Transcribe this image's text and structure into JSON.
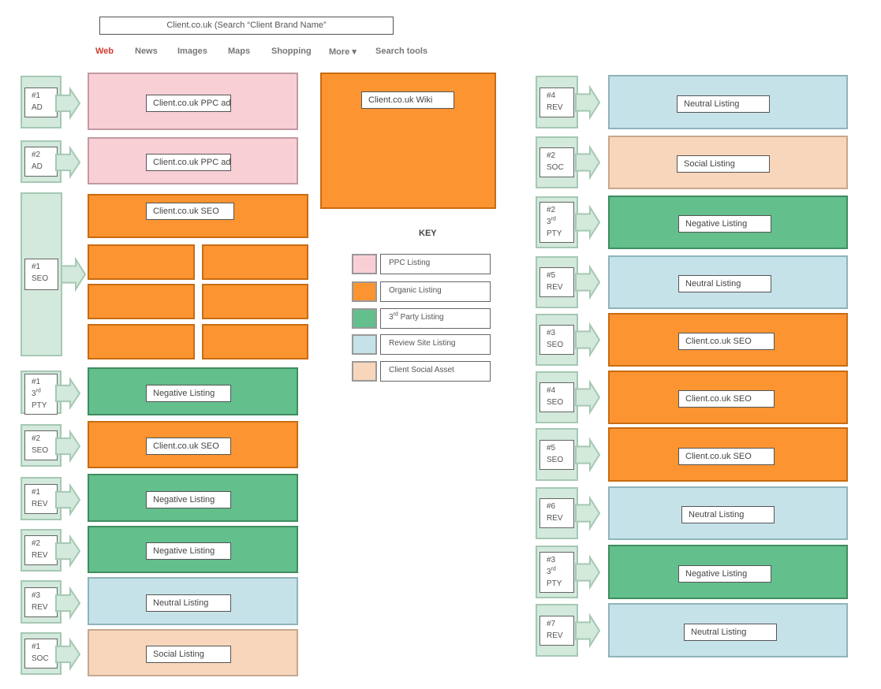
{
  "search": {
    "query": "Client.co.uk (Search “Client Brand Name”",
    "tabs": [
      "Web",
      "News",
      "Images",
      "Maps",
      "Shopping",
      "More ▾",
      "Search tools"
    ],
    "active_tab": "Web"
  },
  "wiki": {
    "label": "Client.co.uk Wiki"
  },
  "key": {
    "title": "KEY",
    "items": [
      {
        "label": "PPC Listing",
        "color": "#f9cfd6"
      },
      {
        "label": "Organic Listing",
        "color": "#fc9431"
      },
      {
        "label": "3rd Party Listing",
        "color": "#63bf8c"
      },
      {
        "label": "Review Site Listing",
        "color": "#c6e2e9"
      },
      {
        "label": "Client Social Asset",
        "color": "#f7d6bb"
      }
    ]
  },
  "left_listings": [
    {
      "tag": [
        "#1",
        "AD"
      ],
      "type": "pink",
      "label": "Client.co.uk PPC  ad"
    },
    {
      "tag": [
        "#2",
        "AD"
      ],
      "type": "pink",
      "label": "Client.co.uk PPC  ad"
    },
    {
      "tag": [
        "#1",
        "SEO"
      ],
      "type": "orange",
      "label": "Client.co.uk SEO",
      "sitelinks": 6
    },
    {
      "tag": [
        "#1",
        "3rd",
        "PTY"
      ],
      "type": "green",
      "label": "Negative Listing"
    },
    {
      "tag": [
        "#2",
        "SEO"
      ],
      "type": "orange",
      "label": "Client.co.uk SEO"
    },
    {
      "tag": [
        "#1",
        "REV"
      ],
      "type": "green",
      "label": "Negative Listing"
    },
    {
      "tag": [
        "#2",
        "REV"
      ],
      "type": "green",
      "label": "Negative Listing"
    },
    {
      "tag": [
        "#3",
        "REV"
      ],
      "type": "blue",
      "label": "Neutral Listing"
    },
    {
      "tag": [
        "#1",
        "SOC"
      ],
      "type": "peach",
      "label": "Social Listing"
    }
  ],
  "right_listings": [
    {
      "tag": [
        "#4",
        "REV"
      ],
      "type": "blue",
      "label": "Neutral Listing"
    },
    {
      "tag": [
        "#2",
        "SOC"
      ],
      "type": "peach",
      "label": "Social Listing"
    },
    {
      "tag": [
        "#2",
        "3rd",
        "PTY"
      ],
      "type": "green",
      "label": "Negative Listing"
    },
    {
      "tag": [
        "#5",
        "REV"
      ],
      "type": "blue",
      "label": "Neutral Listing"
    },
    {
      "tag": [
        "#3",
        "SEO"
      ],
      "type": "orange",
      "label": "Client.co.uk SEO"
    },
    {
      "tag": [
        "#4",
        "SEO"
      ],
      "type": "orange",
      "label": "Client.co.uk SEO"
    },
    {
      "tag": [
        "#5",
        "SEO"
      ],
      "type": "orange",
      "label": "Client.co.uk SEO"
    },
    {
      "tag": [
        "#6",
        "REV"
      ],
      "type": "blue",
      "label": "Neutral Listing"
    },
    {
      "tag": [
        "#3",
        "3rd",
        "PTY"
      ],
      "type": "green",
      "label": "Negative Listing"
    },
    {
      "tag": [
        "#7",
        "REV"
      ],
      "type": "blue",
      "label": "Neutral Listing"
    }
  ]
}
